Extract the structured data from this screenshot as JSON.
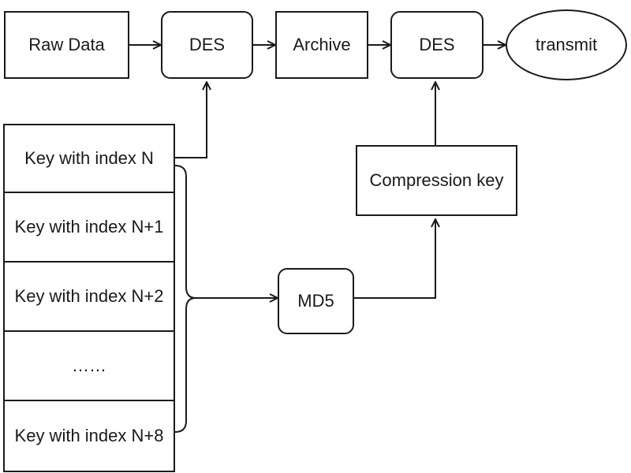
{
  "diagram": {
    "nodes": {
      "raw_data": "Raw Data",
      "des_1": "DES",
      "archive": "Archive",
      "des_2": "DES",
      "transmit": "transmit",
      "compression_key": "Compression key",
      "md5": "MD5"
    },
    "keys": [
      "Key with index N",
      "Key with index N+1",
      "Key with index N+2",
      "……",
      "Key with index N+8"
    ]
  },
  "colors": {
    "stroke": "#1a1a1a",
    "fill": "#ffffff"
  }
}
